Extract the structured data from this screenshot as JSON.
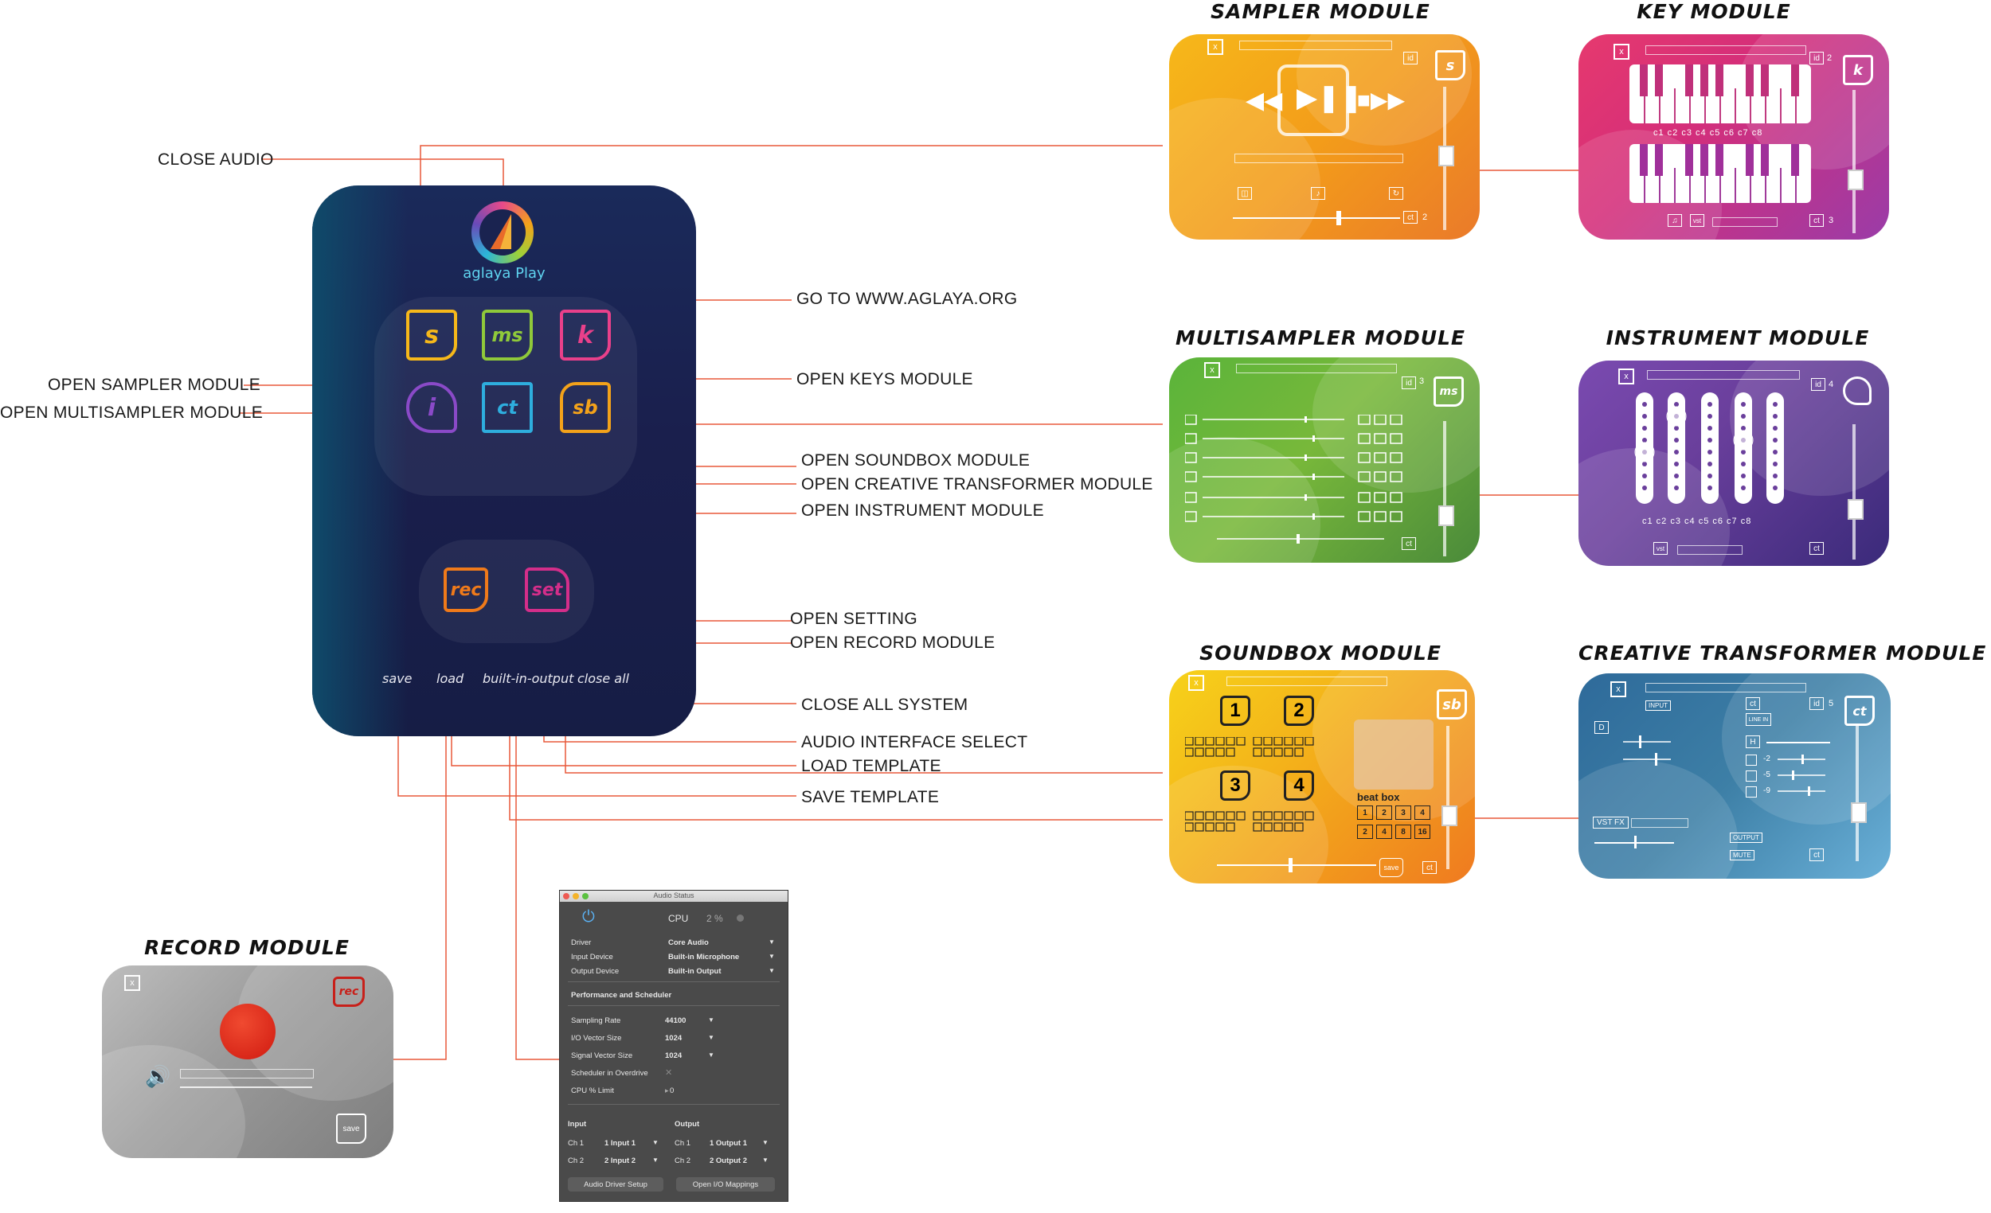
{
  "app": {
    "name": "aglaya Play"
  },
  "colors": {
    "line": "#e8583a",
    "sampler": "#f39c1a",
    "keys": "#d42e7a",
    "multisampler": "#6fb43a",
    "instrument": "#6a3f9c",
    "soundbox": "#f29518",
    "creative": "#3d7fa6",
    "record": "#9a9a9a"
  },
  "callouts": {
    "close_audio": "CLOSE AUDIO",
    "open_sampler": "OPEN SAMPLER MODULE",
    "open_multisampler": "OPEN  MULTISAMPLER MODULE",
    "go_to_site": "GO TO WWW.AGLAYA.ORG",
    "open_keys": "OPEN KEYS MODULE",
    "open_soundbox": "OPEN SOUNDBOX MODULE",
    "open_creative": "OPEN CREATIVE TRANSFORMER MODULE",
    "open_instrument": "OPEN INSTRUMENT MODULE",
    "open_setting": "OPEN SETTING",
    "open_record": "OPEN RECORD MODULE",
    "close_all": "CLOSE ALL SYSTEM",
    "audio_select": "AUDIO INTERFACE SELECT",
    "load_template": "LOAD TEMPLATE",
    "save_template": "SAVE TEMPLATE"
  },
  "main_panel": {
    "buttons": {
      "sampler": "s",
      "multisampler": "ms",
      "keys": "k",
      "instrument": "i",
      "creative": "ct",
      "soundbox": "sb",
      "rec": "rec",
      "set": "set"
    },
    "bottom": {
      "save": "save",
      "load": "load",
      "output": "built-in-output",
      "close_all": "close all"
    }
  },
  "modules": {
    "sampler": {
      "title": "SAMPLER MODULE",
      "id": "id",
      "num": "2",
      "logo": "s"
    },
    "keys": {
      "title": "KEY MODULE",
      "id": "id",
      "num": "2",
      "logo": "k",
      "octaves": "c1 c2 c3 c4 c5 c6 c7 c8",
      "num2": "3"
    },
    "multisampler": {
      "title": "MULTISAMPLER MODULE",
      "id": "id",
      "num": "3",
      "logo": "ms"
    },
    "instrument": {
      "title": "INSTRUMENT MODULE",
      "id": "id",
      "num": "4",
      "octaves": "c1 c2 c3 c4 c5 c6 c7 c8"
    },
    "soundbox": {
      "title": "SOUNDBOX MODULE",
      "logo": "sb",
      "pads": [
        "1",
        "2",
        "3",
        "4"
      ],
      "beat_box": "beat box",
      "beat_nums": [
        "1",
        "2",
        "3",
        "4",
        "2",
        "4",
        "8",
        "16"
      ],
      "save": "save"
    },
    "creative": {
      "title": "CREATIVE TRANSFORMER MODULE",
      "input": "INPUT",
      "output": "OUTPUT",
      "mute": "MUTE",
      "vst": "VST FX",
      "id": "id",
      "num": "5",
      "logo": "ct",
      "h": "H",
      "d": "D",
      "levels": [
        "-2",
        "-5",
        "-9"
      ]
    },
    "record": {
      "title": "RECORD MODULE",
      "logo": "rec",
      "save": "save"
    }
  },
  "audio_status": {
    "window_title": "Audio Status",
    "cpu_label": "CPU",
    "cpu_value": "2 %",
    "driver_label": "Driver",
    "driver": "Core Audio",
    "input_label": "Input Device",
    "input": "Built-in Microphone",
    "output_label": "Output Device",
    "output": "Built-in Output",
    "perf_header": "Performance and Scheduler",
    "sr_label": "Sampling Rate",
    "sr": "44100",
    "io_label": "I/O Vector Size",
    "io": "1024",
    "sv_label": "Signal Vector Size",
    "sv": "1024",
    "od_label": "Scheduler in Overdrive",
    "cpu_limit_label": "CPU % Limit",
    "cpu_limit": "0",
    "input_header": "Input",
    "output_header": "Output",
    "ch1": "Ch 1",
    "ch2": "Ch 2",
    "in1": "1 Input 1",
    "in2": "2 Input 2",
    "out1": "1 Output 1",
    "out2": "2 Output 2",
    "btn_setup": "Audio Driver Setup",
    "btn_map": "Open I/O Mappings"
  }
}
